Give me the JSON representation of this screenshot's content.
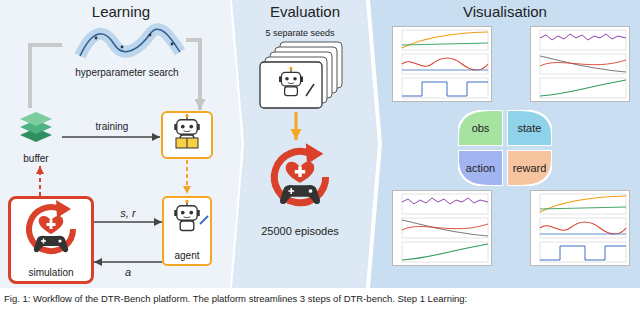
{
  "diagram": {
    "caption": "Fig. 1: Workflow of the DTR-Bench platform. The platform streamlines 3 steps of DTR-bench. Step 1 Learning:",
    "nodes": [
      {
        "text": [
          "Learning"
        ]
      },
      {
        "text": [
          "Evaluation"
        ]
      },
      {
        "text": [
          "Visualisation"
        ]
      },
      {
        "text": [
          "hyperparameter search"
        ],
        "in": 0
      },
      {
        "text": [
          "buffer"
        ],
        "in": 0
      },
      {
        "text": [
          "agent"
        ],
        "in": 0
      },
      {
        "text": [
          "simulation"
        ],
        "in": 0
      },
      {
        "text": [
          "5 separate seeds"
        ],
        "in": 1
      },
      {
        "text": [
          "25000 episodes"
        ],
        "in": 1
      },
      {
        "text": [
          "obs"
        ],
        "in": 2
      },
      {
        "text": [
          "state"
        ],
        "in": 2
      },
      {
        "text": [
          "action"
        ],
        "in": 2
      },
      {
        "text": [
          "reward"
        ],
        "in": 2
      }
    ],
    "edges": [
      {
        "from": 6,
        "to": 5,
        "label": "s, r",
        "arrow": "to"
      },
      {
        "from": 5,
        "to": 6,
        "label": "a",
        "arrow": "to"
      },
      {
        "from": 6,
        "to": 4,
        "arrow": "to"
      },
      {
        "from": 4,
        "to": 3,
        "arrow": "none"
      },
      {
        "from": 7,
        "to": 8,
        "arrow": "to"
      }
    ],
    "labels": [
      "training"
    ]
  }
}
